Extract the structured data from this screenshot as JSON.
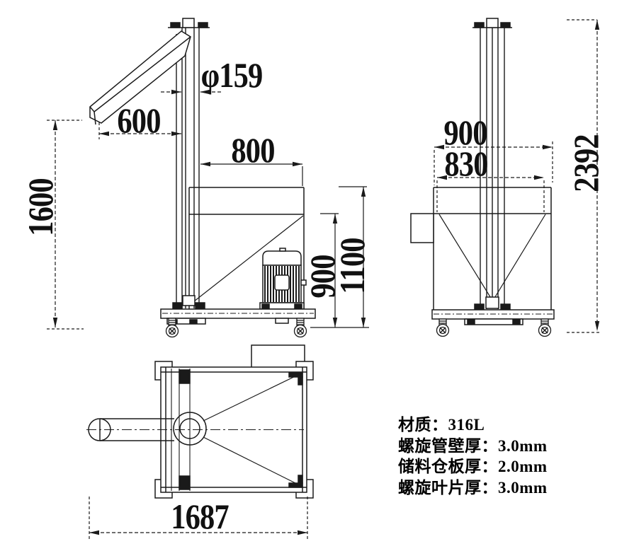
{
  "drawing_title": "screw-conveyor-three-view-drawing",
  "views": {
    "front": {
      "dims": {
        "chute_length": "600",
        "tube_diameter": "φ159",
        "hopper_width": "800",
        "discharge_height": "1600",
        "hopper_opening_height": "900",
        "hopper_total_height": "1100"
      }
    },
    "side": {
      "dims": {
        "base_width": "900",
        "hopper_inner_width": "830",
        "total_height": "2392"
      }
    },
    "top": {
      "dims": {
        "overall_length": "1687"
      }
    }
  },
  "specs": {
    "lines": [
      "材质：316L",
      "螺旋管壁厚：3.0mm",
      "储料仓板厚：2.0mm",
      "螺旋叶片厚：3.0mm"
    ]
  },
  "colors": {
    "line": "#1a1a1a",
    "background": "#ffffff"
  }
}
